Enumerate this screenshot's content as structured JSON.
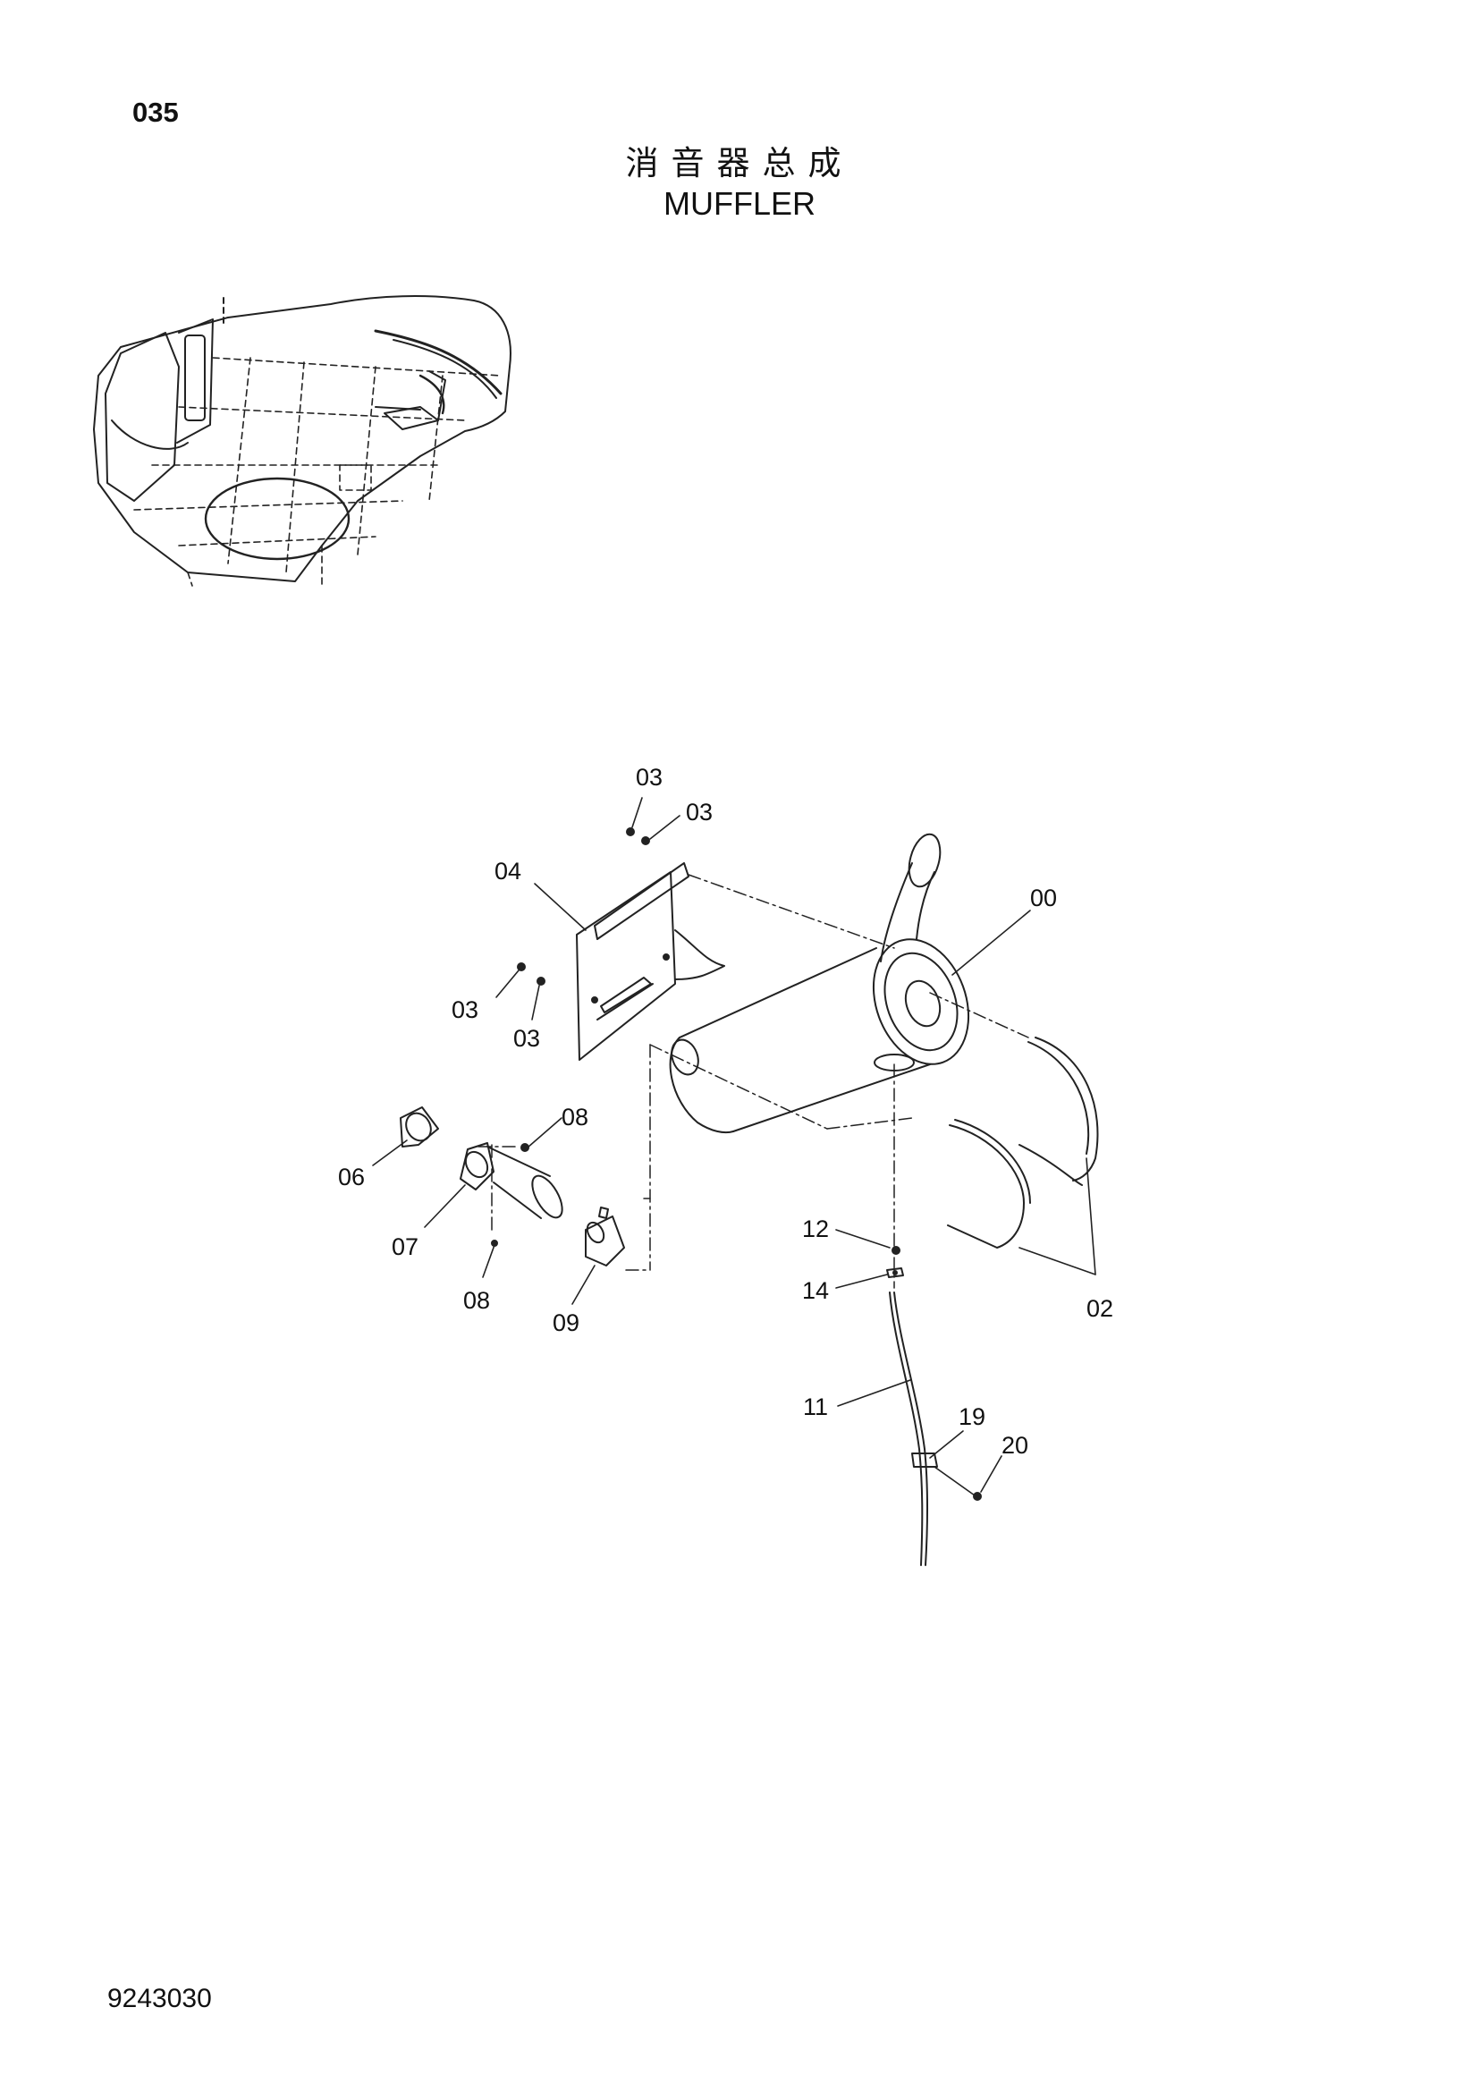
{
  "page": {
    "page_number": "035",
    "title_cn": "消音器总成",
    "title_en": "MUFFLER",
    "doc_number": "9243030"
  },
  "callouts": {
    "c03_top": "03",
    "c03_top2": "03",
    "c04": "04",
    "c00": "00",
    "c03_left": "03",
    "c03_left2": "03",
    "c08_top": "08",
    "c06": "06",
    "c07": "07",
    "c08_bottom": "08",
    "c09": "09",
    "c12": "12",
    "c14": "14",
    "c02": "02",
    "c11": "11",
    "c19": "19",
    "c20": "20"
  }
}
